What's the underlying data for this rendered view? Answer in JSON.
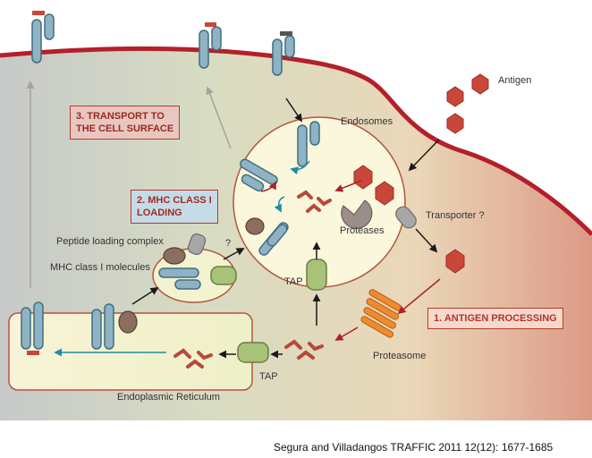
{
  "labels": {
    "antigen": "Antigen",
    "endosomes": "Endosomes",
    "proteases": "Proteases",
    "transporter": "Transporter ?",
    "peptide_loading_complex": "Peptide loading complex",
    "question_mark": "?",
    "mhc_class_i_molecules": "MHC class I molecules",
    "tap_upper": "TAP",
    "tap_lower": "TAP",
    "proteasome": "Proteasome",
    "endoplasmic_reticulum": "Endoplasmic Reticulum"
  },
  "steps": {
    "transport": [
      "3. TRANSPORT TO",
      "THE CELL SURFACE"
    ],
    "loading": [
      "2. MHC CLASS I",
      "LOADING"
    ],
    "processing": "1. ANTIGEN PROCESSING"
  },
  "citation": "Segura and Villadangos TRAFFIC 2011 12(12): 1677-1685",
  "colors": {
    "membrane": "#b3202a",
    "mhc_blue": "#8fb3c4",
    "mhc_outline": "#3e6f82",
    "antigen_red": "#c9473a",
    "peptide_red": "#b5493a",
    "tap_green": "#a9c27a",
    "vesicle_fill": "#fbf7dc",
    "arrow_teal": "#1b8fa5",
    "arrow_gray": "#a8a29a",
    "arrow_darkred": "#a8242a"
  }
}
